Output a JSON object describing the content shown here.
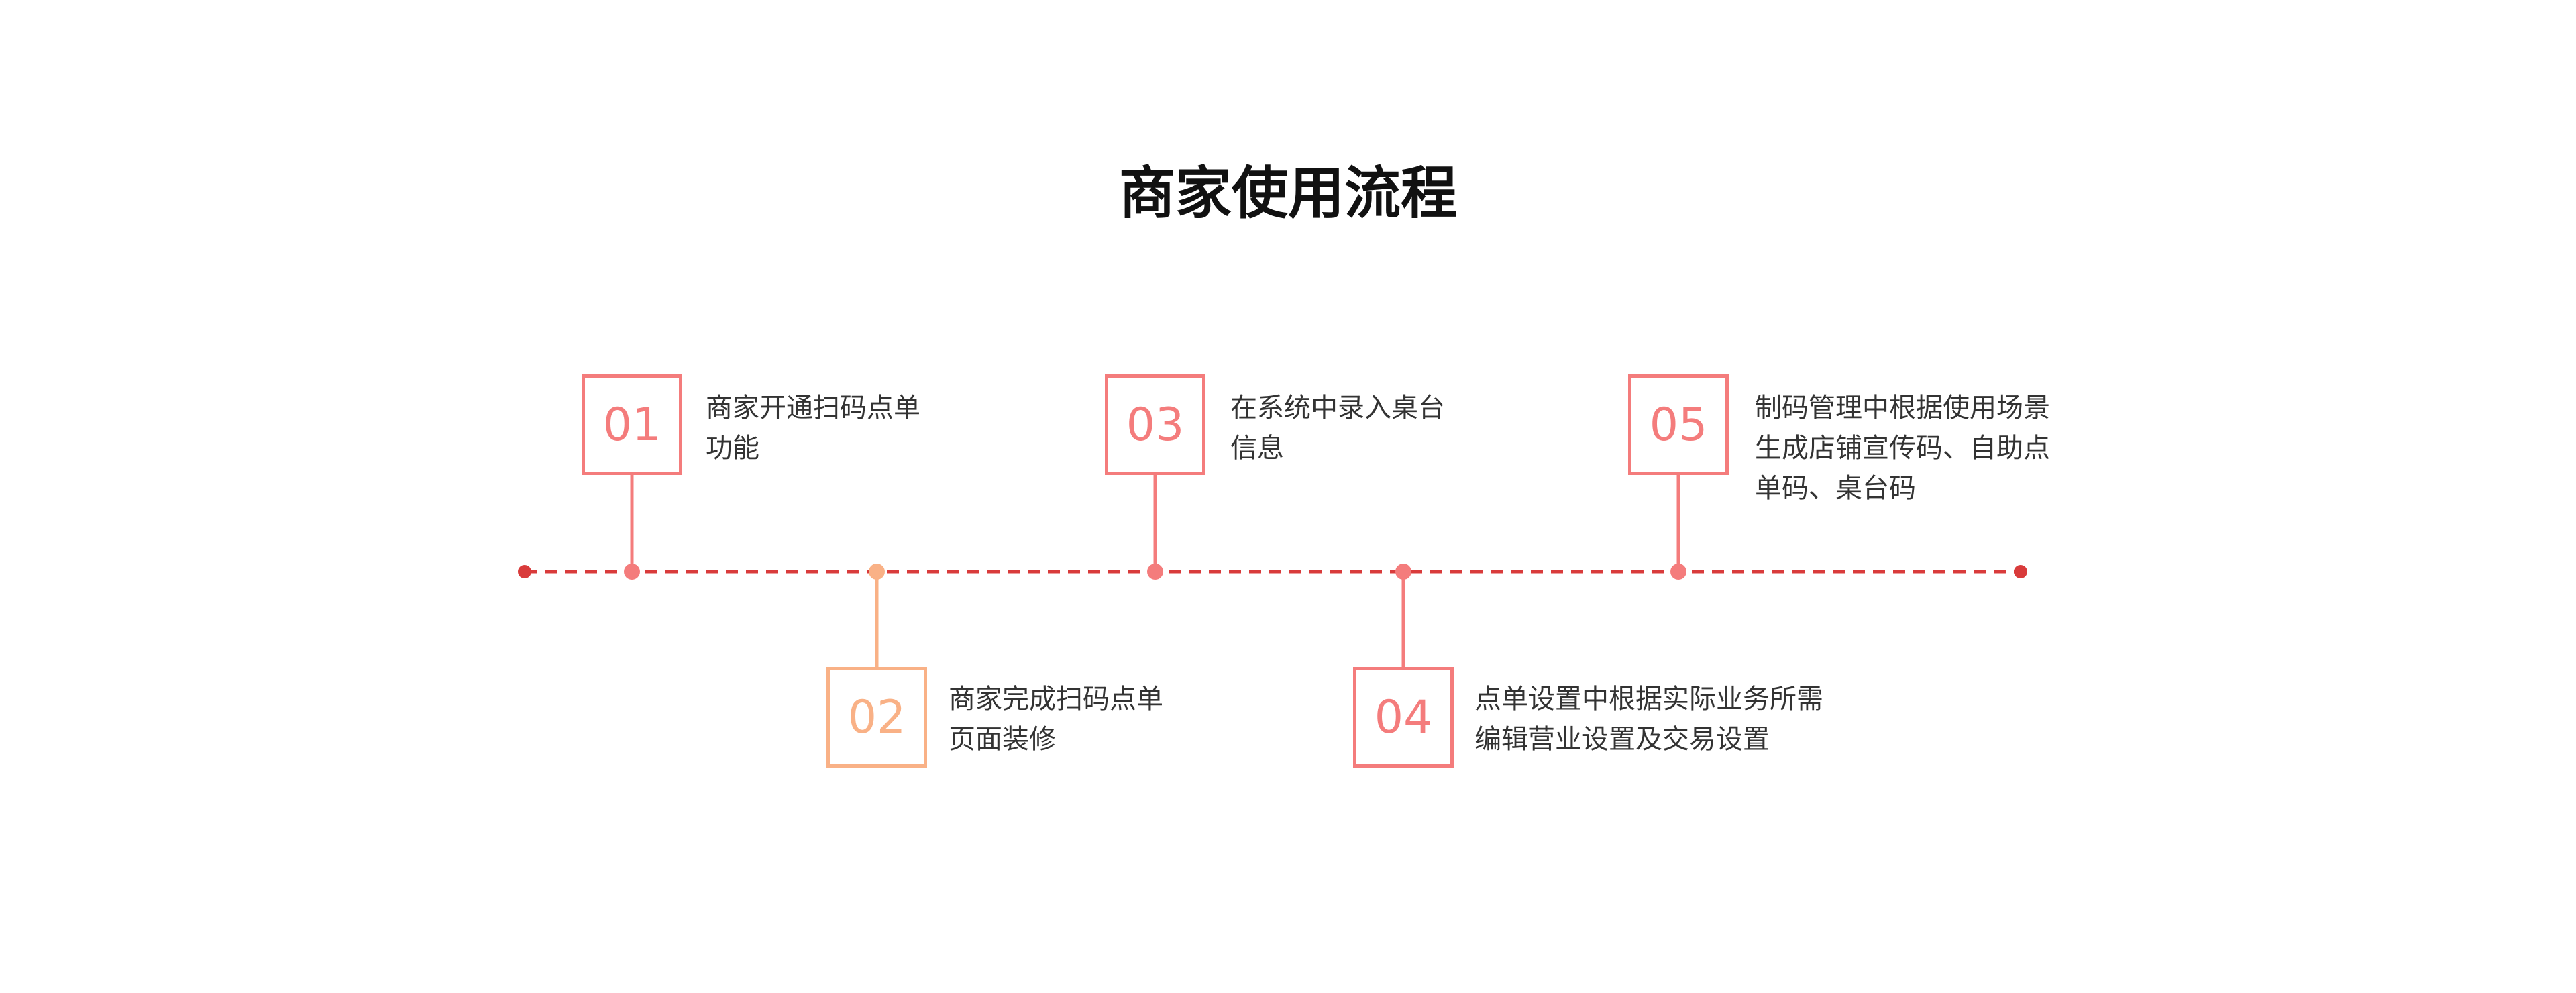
{
  "title": "商家使用流程",
  "colors": {
    "line": "#d93b3b",
    "endpoint": "#d93b3b",
    "pink": "#f47c7c",
    "orange": "#f9b186"
  },
  "steps": [
    {
      "number": "01",
      "lines": [
        "商家开通扫码点单",
        "功能"
      ],
      "color": "pink",
      "position": "above"
    },
    {
      "number": "02",
      "lines": [
        "商家完成扫码点单",
        "页面装修"
      ],
      "color": "orange",
      "position": "below"
    },
    {
      "number": "03",
      "lines": [
        "在系统中录入桌台",
        "信息"
      ],
      "color": "pink",
      "position": "above"
    },
    {
      "number": "04",
      "lines": [
        "点单设置中根据实际业务所需",
        "编辑营业设置及交易设置"
      ],
      "color": "pink",
      "position": "below"
    },
    {
      "number": "05",
      "lines": [
        "制码管理中根据使用场景",
        "生成店铺宣传码、自助点",
        "单码、桌台码"
      ],
      "color": "pink",
      "position": "above"
    }
  ]
}
